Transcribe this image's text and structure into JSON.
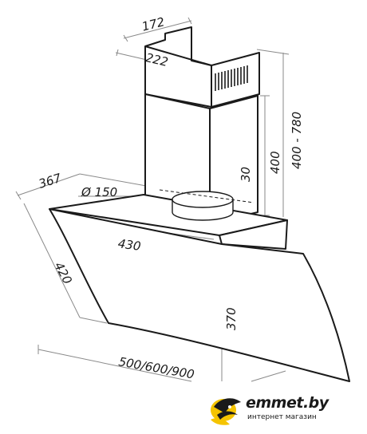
{
  "diagram": {
    "dimensions": {
      "chimney_width": "172",
      "chimney_depth": "222",
      "chimney_height_range": "400 - 780",
      "lower_chimney_height": "400",
      "outlet_offset": "30",
      "outlet_diameter": "Ø 150",
      "top_depth": "367",
      "base_depth": "430",
      "glass_height": "420",
      "total_height": "370",
      "width_options": "500/600/900"
    }
  },
  "brand": {
    "name": "emmet.by",
    "tagline": "интернет магазин",
    "accent_color": "#f5c400"
  },
  "colors": {
    "line": "#1a1a1a",
    "dimension_line": "#8a8a8a"
  }
}
